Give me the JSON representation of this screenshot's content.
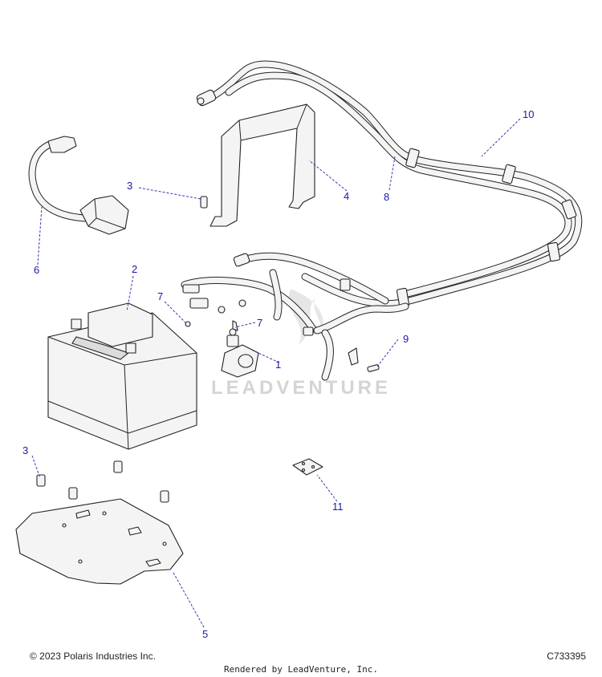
{
  "callouts": {
    "c1": "1",
    "c2": "2",
    "c3a": "3",
    "c3b": "3",
    "c4": "4",
    "c5": "5",
    "c6": "6",
    "c7a": "7",
    "c7b": "7",
    "c8": "8",
    "c9": "9",
    "c10": "10",
    "c11": "11"
  },
  "watermark": {
    "text": "LEADVENTURE"
  },
  "footer": {
    "copyright": "© 2023 Polaris Industries Inc.",
    "catalog_code": "C733395",
    "rendered_by": "Rendered by LeadVenture, Inc."
  },
  "colors": {
    "callout": "#1a1aa8",
    "line": "#222222",
    "fill": "#f4f4f4",
    "watermark": "#d4d4d4"
  }
}
